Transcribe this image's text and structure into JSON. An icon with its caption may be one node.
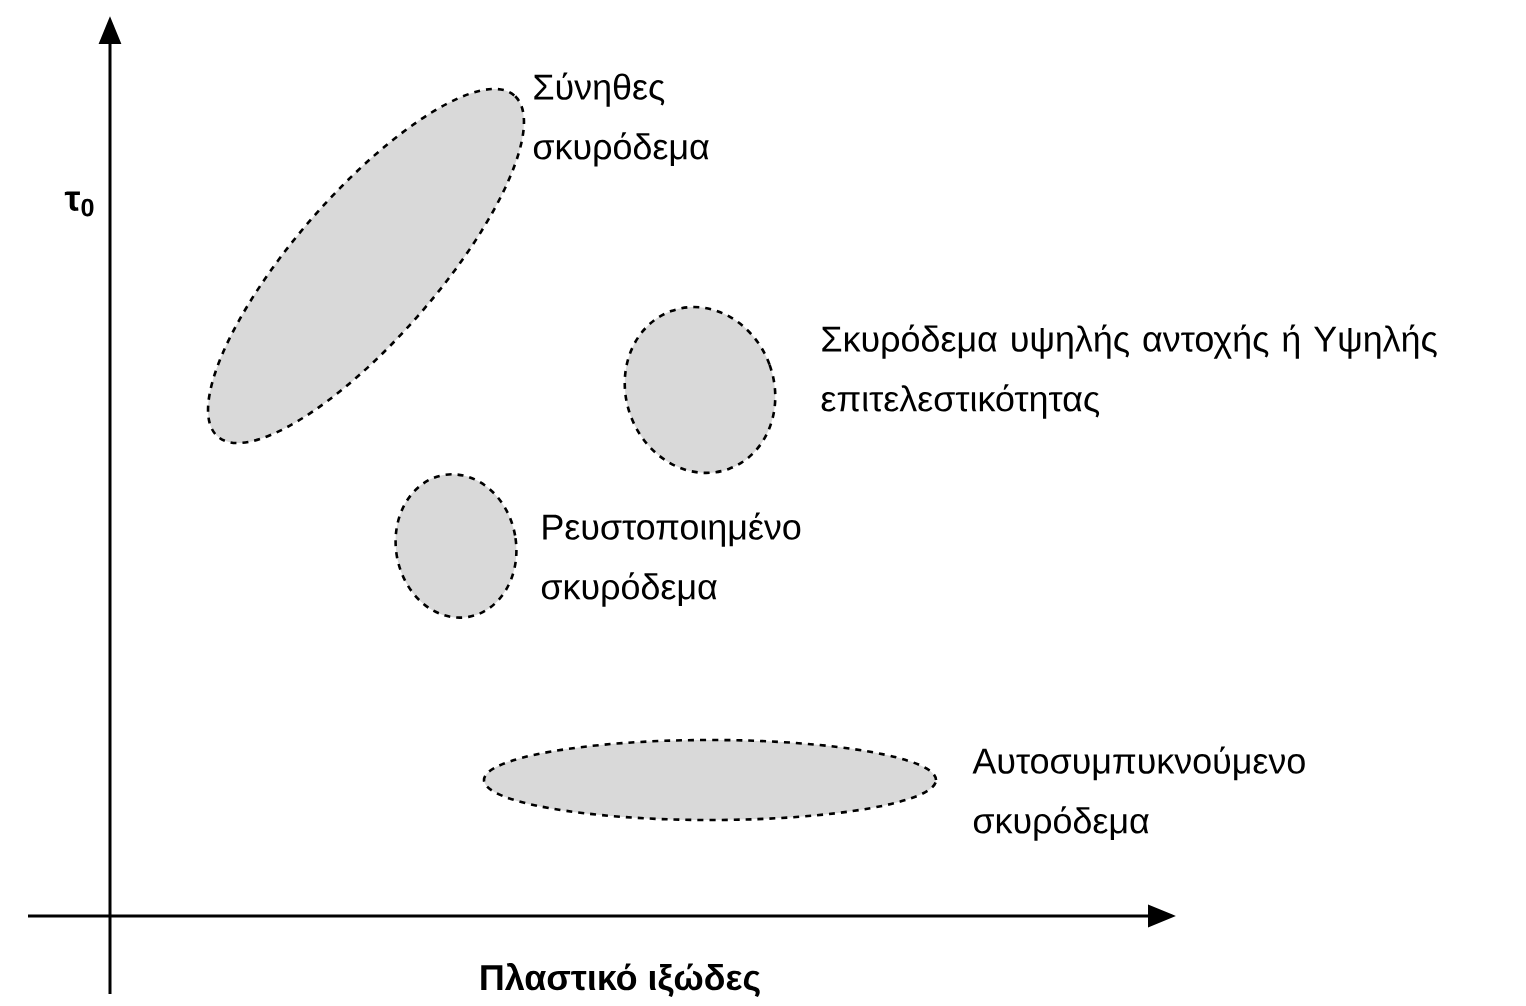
{
  "diagram": {
    "nodes": [
      {
        "text": [],
        "shape": "ellipse",
        "beside": [
          "Σύνηθες σκυρόδεμα"
        ]
      },
      {
        "text": [],
        "shape": "ellipse",
        "beside": [
          "Σκυρόδεμα υψηλής αντοχής ή Υψηλής επιτελεστικότητας"
        ]
      },
      {
        "text": [],
        "shape": "ellipse",
        "beside": [
          "Ρευστοποιημένο σκυρόδεμα"
        ]
      },
      {
        "text": [],
        "shape": "ellipse",
        "beside": [
          "Αυτοσυμπυκνούμενο σκυρόδεμα"
        ]
      }
    ],
    "edges": [],
    "labels": [
      "τ$_{0}$",
      "Πλαστικό ιξώδες"
    ]
  }
}
